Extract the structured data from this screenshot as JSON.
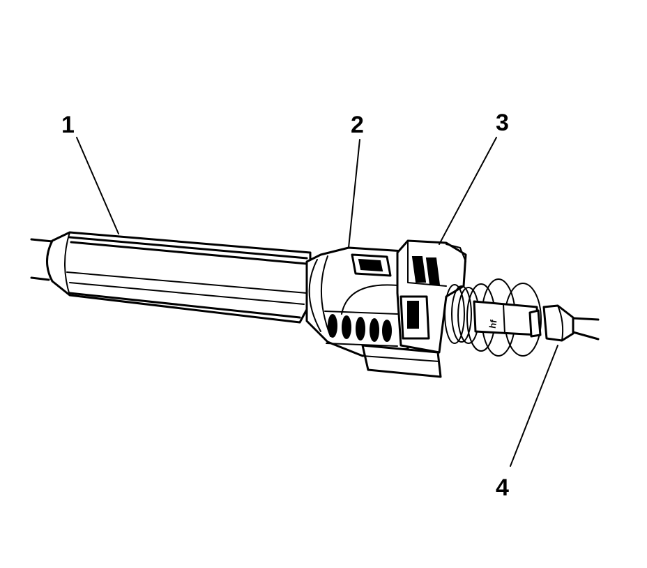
{
  "diagram": {
    "callouts": [
      {
        "id": "1",
        "label": "1"
      },
      {
        "id": "2",
        "label": "2"
      },
      {
        "id": "3",
        "label": "3"
      },
      {
        "id": "4",
        "label": "4"
      }
    ],
    "component_marking": "hf"
  }
}
